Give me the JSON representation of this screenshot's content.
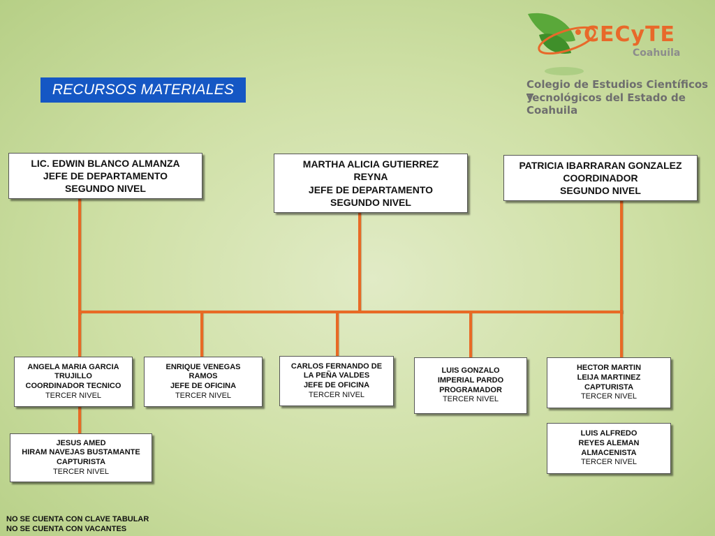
{
  "title": "RECURSOS MATERIALES",
  "logo": {
    "brand": "CECyTE",
    "region": "Coahuila",
    "line1": "Colegio de Estudios Científicos y",
    "line2": "Tecnológicos del Estado de Coahuila",
    "colors": {
      "orange": "#e8692a",
      "green": "#5aa83a",
      "gray": "#8c8c8c"
    }
  },
  "managers": [
    {
      "lines": [
        "LIC. EDWIN BLANCO ALMANZA",
        "JEFE DE DEPARTAMENTO",
        "SEGUNDO NIVEL"
      ]
    },
    {
      "lines": [
        "MARTHA ALICIA GUTIERREZ",
        "REYNA",
        "JEFE DE DEPARTAMENTO",
        "SEGUNDO NIVEL"
      ]
    },
    {
      "lines": [
        "PATRICIA IBARRARAN GONZALEZ",
        "COORDINADOR",
        "SEGUNDO NIVEL"
      ]
    }
  ],
  "staff": [
    {
      "lines": [
        "ANGELA MARIA GARCIA",
        "TRUJILLO",
        "COORDINADOR TECNICO"
      ],
      "level": "TERCER NIVEL"
    },
    {
      "lines": [
        "ENRIQUE VENEGAS",
        "RAMOS",
        "JEFE DE OFICINA"
      ],
      "level": "TERCER NIVEL"
    },
    {
      "lines": [
        "CARLOS FERNANDO DE",
        "LA PEÑA VALDES",
        "JEFE DE OFICINA"
      ],
      "level": "TERCER NIVEL"
    },
    {
      "lines": [
        "LUIS GONZALO",
        "IMPERIAL PARDO",
        "PROGRAMADOR"
      ],
      "level": "TERCER NIVEL"
    },
    {
      "lines": [
        "HECTOR MARTIN",
        "LEIJA MARTINEZ",
        "CAPTURISTA"
      ],
      "level": "TERCER NIVEL"
    },
    {
      "lines": [
        "JESUS AMED",
        "HIRAM NAVEJAS BUSTAMANTE",
        "CAPTURISTA"
      ],
      "level": "TERCER NIVEL"
    },
    {
      "lines": [
        "LUIS ALFREDO",
        "REYES ALEMAN",
        "ALMACENISTA"
      ],
      "level": "TERCER NIVEL"
    }
  ],
  "footnotes": [
    "NO SE CUENTA CON CLAVE TABULAR",
    "NO SE CUENTA CON VACANTES"
  ],
  "colors": {
    "connector": "#e86a25",
    "title_bg": "#1557c4",
    "background": "#d4e3ad"
  }
}
